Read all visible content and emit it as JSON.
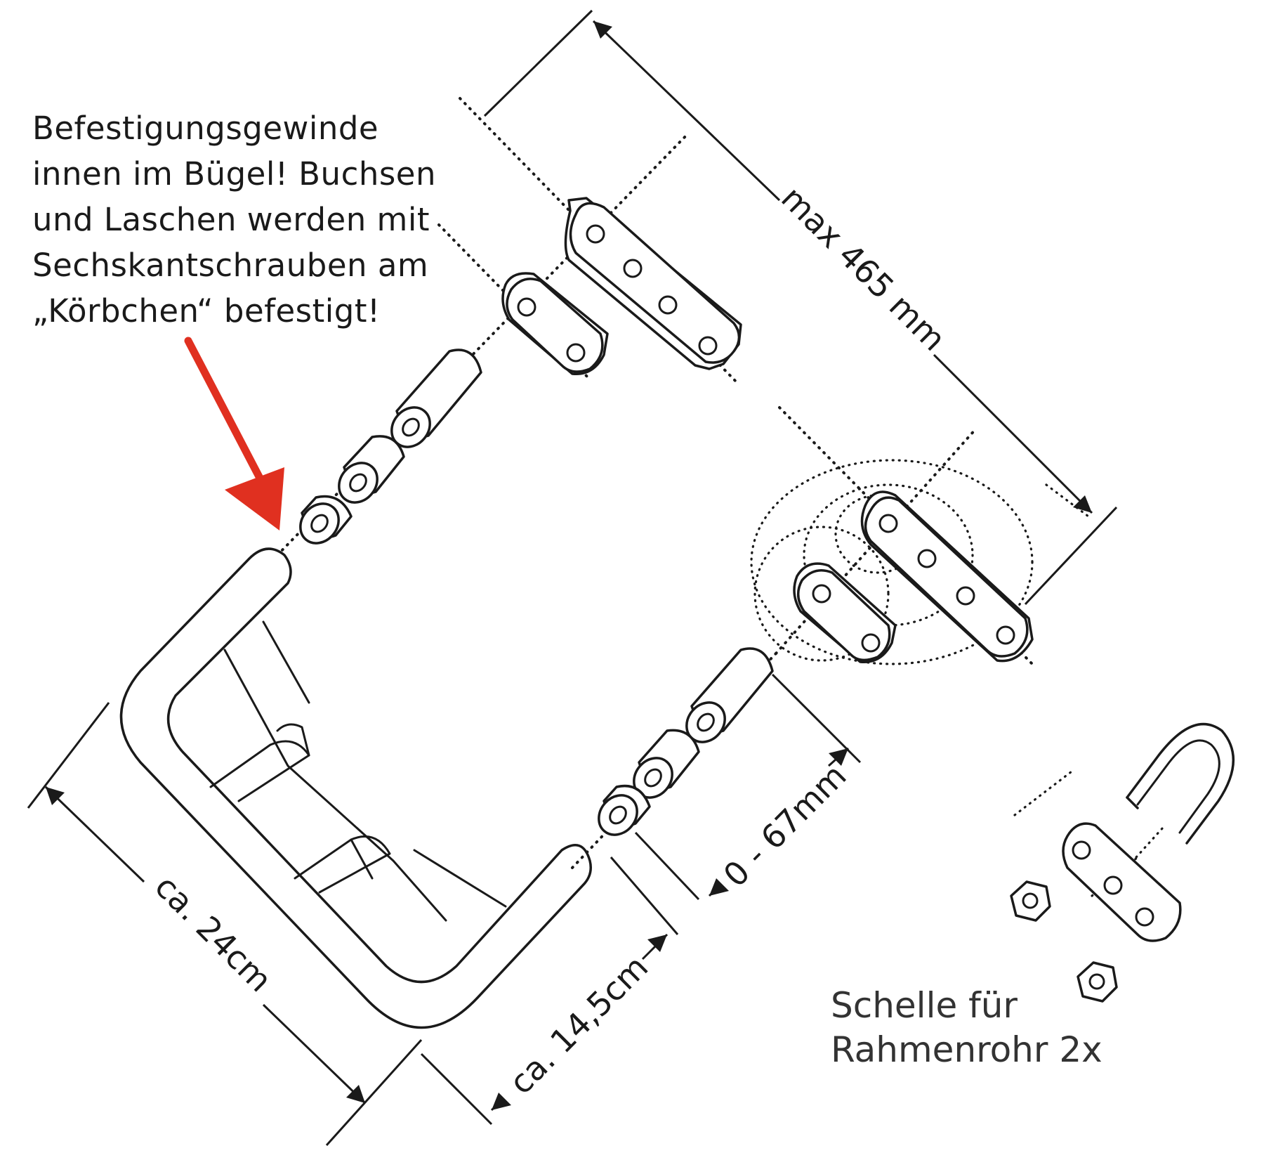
{
  "note": {
    "text": "Befestigungsgewinde\ninnen im Bügel! Buchsen\nund Laschen werden mit\nSechskantschrauben am\n„Körbchen“ befestigt!"
  },
  "caption": {
    "text": "Schelle für\nRahmenrohr 2x"
  },
  "dimensions": {
    "max_length": "max 465 mm",
    "adjust": "0 - 67mm",
    "width": "ca. 24cm",
    "depth": "ca. 14,5cm"
  },
  "colors": {
    "line": "#1a1a1a",
    "arrow": "#e03020",
    "caption": "#333333"
  }
}
